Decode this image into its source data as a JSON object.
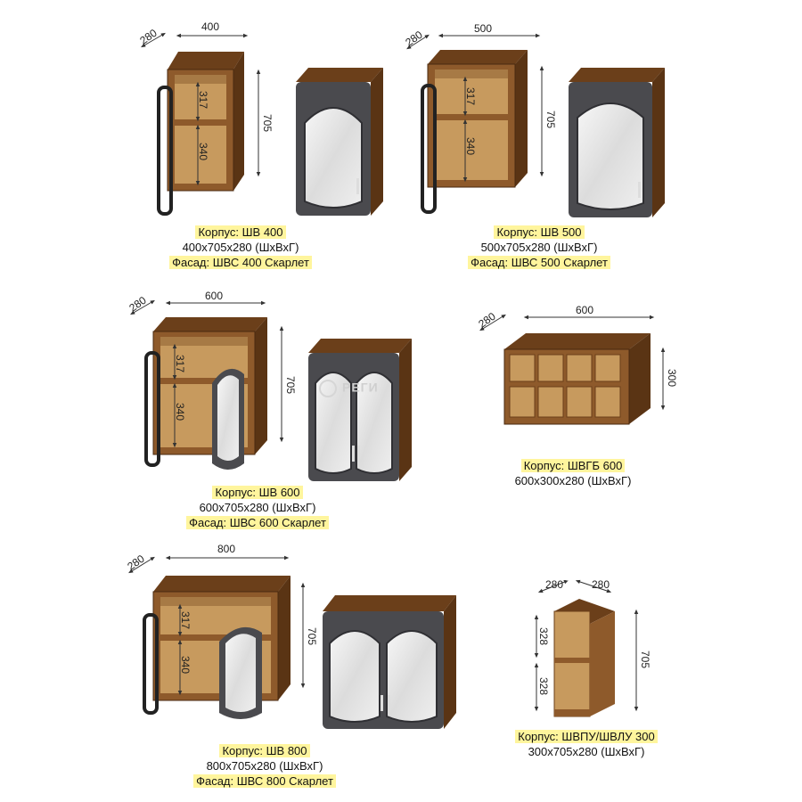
{
  "colors": {
    "wood": "#8e5a2b",
    "wood_dark": "#6b3f1a",
    "wood_light": "#c79a5e",
    "frame": "#4a4a4e",
    "glass": "#e6e6e6",
    "highlight": "#fff59d",
    "dim_line": "#333333"
  },
  "watermark": "РЕГИ",
  "cabinets": [
    {
      "id": "shv400",
      "caption": {
        "body": "Корпус: ШВ 400",
        "size": "400x705x280 (ШхВхГ)",
        "facade": "Фасад: ШВС 400 Скарлет"
      },
      "dims": {
        "depth": "280",
        "width": "400",
        "height": "705",
        "upper": "317",
        "lower": "340"
      }
    },
    {
      "id": "shv500",
      "caption": {
        "body": "Корпус: ШВ 500",
        "size": "500x705x280 (ШхВхГ)",
        "facade": "Фасад: ШВС 500 Скарлет"
      },
      "dims": {
        "depth": "280",
        "width": "500",
        "height": "705",
        "upper": "317",
        "lower": "340"
      }
    },
    {
      "id": "shv600",
      "caption": {
        "body": "Корпус: ШВ 600",
        "size": "600x705x280 (ШхВхГ)",
        "facade": "Фасад: ШВС 600 Скарлет"
      },
      "dims": {
        "depth": "280",
        "width": "600",
        "height": "705",
        "upper": "317",
        "lower": "340"
      }
    },
    {
      "id": "shvgb600",
      "caption": {
        "body": "Корпус: ШВГБ 600",
        "size": "600x300x280 (ШхВхГ)"
      },
      "dims": {
        "depth": "280",
        "width": "600",
        "height": "300"
      }
    },
    {
      "id": "shv800",
      "caption": {
        "body": "Корпус: ШВ 800",
        "size": "800x705x280 (ШхВхГ)",
        "facade": "Фасад: ШВС 800 Скарлет"
      },
      "dims": {
        "depth": "280",
        "width": "800",
        "height": "705",
        "upper": "317",
        "lower": "340"
      }
    },
    {
      "id": "shvpu300",
      "caption": {
        "body": "Корпус: ШВПУ/ШВЛУ 300",
        "size": "300x705x280 (ШхВхГ)"
      },
      "dims": {
        "depth_left": "280",
        "depth_right": "280",
        "height": "705",
        "upper": "328",
        "lower": "328"
      }
    }
  ]
}
